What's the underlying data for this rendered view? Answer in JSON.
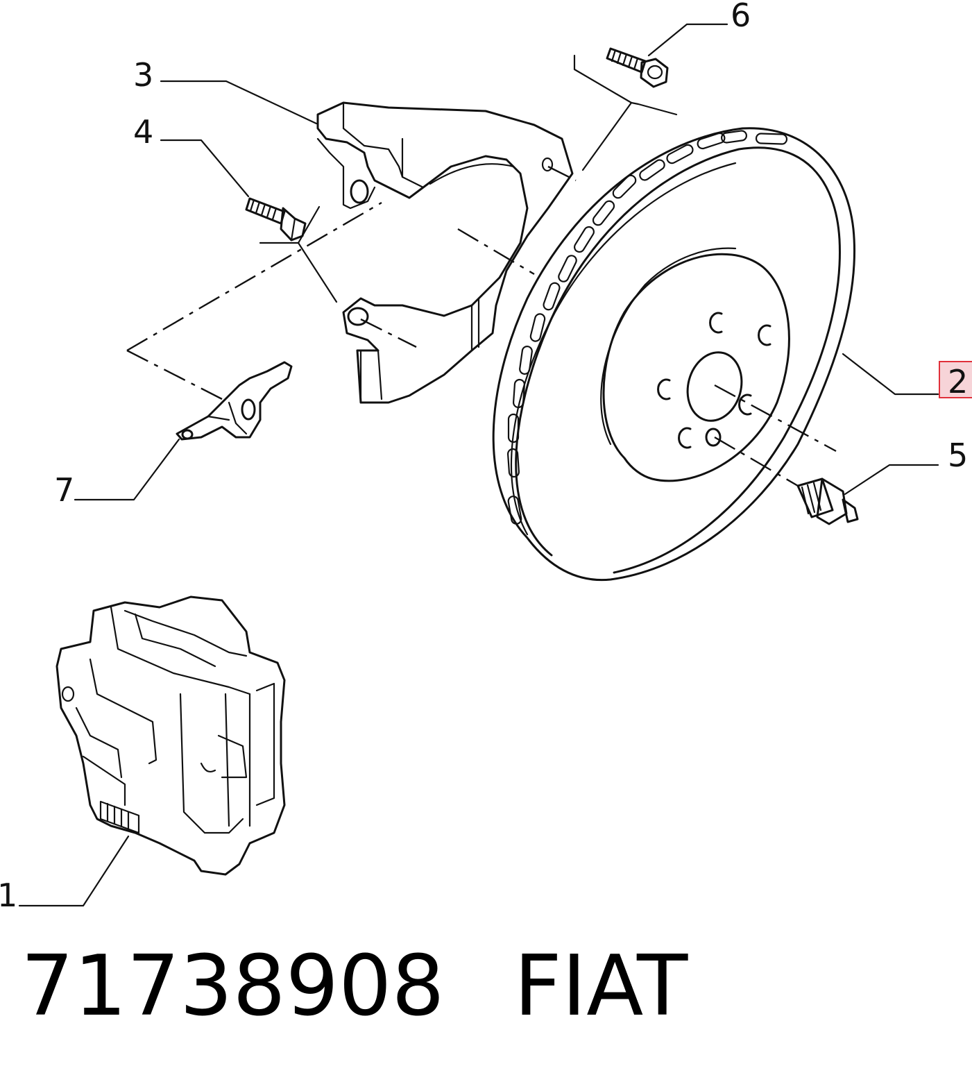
{
  "diagram": {
    "callouts": [
      {
        "id": "1",
        "label": "1"
      },
      {
        "id": "2",
        "label": "2",
        "highlighted": true
      },
      {
        "id": "3",
        "label": "3"
      },
      {
        "id": "4",
        "label": "4"
      },
      {
        "id": "5",
        "label": "5"
      },
      {
        "id": "6",
        "label": "6"
      },
      {
        "id": "7",
        "label": "7"
      }
    ],
    "highlight_color": "#e0303a"
  },
  "caption": {
    "part_number": "71738908",
    "brand": "FIAT"
  }
}
